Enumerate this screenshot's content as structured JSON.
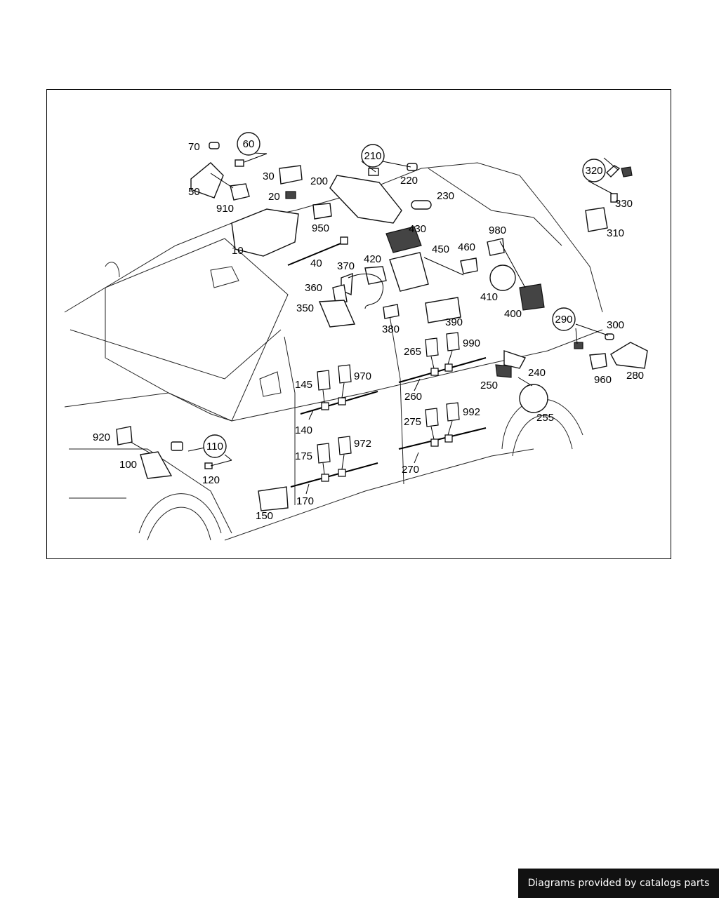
{
  "footer": {
    "credit": "Diagrams provided by catalogs parts"
  },
  "callouts": [
    {
      "id": "c70",
      "text": "70"
    },
    {
      "id": "c60",
      "text": "60",
      "circled": true
    },
    {
      "id": "c30",
      "text": "30"
    },
    {
      "id": "c20",
      "text": "20"
    },
    {
      "id": "c50",
      "text": "50"
    },
    {
      "id": "c910",
      "text": "910"
    },
    {
      "id": "c10",
      "text": "10"
    },
    {
      "id": "c200",
      "text": "200"
    },
    {
      "id": "c950",
      "text": "950"
    },
    {
      "id": "c40",
      "text": "40"
    },
    {
      "id": "c210",
      "text": "210",
      "circled": true
    },
    {
      "id": "c220",
      "text": "220"
    },
    {
      "id": "c230",
      "text": "230"
    },
    {
      "id": "c430",
      "text": "430"
    },
    {
      "id": "c450",
      "text": "450"
    },
    {
      "id": "c460",
      "text": "460"
    },
    {
      "id": "c980",
      "text": "980"
    },
    {
      "id": "c320",
      "text": "320",
      "circled": true
    },
    {
      "id": "c330",
      "text": "330"
    },
    {
      "id": "c310",
      "text": "310"
    },
    {
      "id": "c370",
      "text": "370"
    },
    {
      "id": "c420",
      "text": "420"
    },
    {
      "id": "c360",
      "text": "360"
    },
    {
      "id": "c350",
      "text": "350"
    },
    {
      "id": "c380",
      "text": "380"
    },
    {
      "id": "c390",
      "text": "390"
    },
    {
      "id": "c410",
      "text": "410"
    },
    {
      "id": "c400",
      "text": "400"
    },
    {
      "id": "c290",
      "text": "290",
      "circled": true
    },
    {
      "id": "c300",
      "text": "300"
    },
    {
      "id": "c280",
      "text": "280"
    },
    {
      "id": "c960",
      "text": "960"
    },
    {
      "id": "c240",
      "text": "240"
    },
    {
      "id": "c250",
      "text": "250"
    },
    {
      "id": "c255",
      "text": "255"
    },
    {
      "id": "c265",
      "text": "265"
    },
    {
      "id": "c990",
      "text": "990"
    },
    {
      "id": "c260",
      "text": "260"
    },
    {
      "id": "c145",
      "text": "145"
    },
    {
      "id": "c970",
      "text": "970"
    },
    {
      "id": "c140",
      "text": "140"
    },
    {
      "id": "c275",
      "text": "275"
    },
    {
      "id": "c992",
      "text": "992"
    },
    {
      "id": "c270",
      "text": "270"
    },
    {
      "id": "c920",
      "text": "920"
    },
    {
      "id": "c110",
      "text": "110",
      "circled": true
    },
    {
      "id": "c100",
      "text": "100"
    },
    {
      "id": "c120",
      "text": "120"
    },
    {
      "id": "c175",
      "text": "175"
    },
    {
      "id": "c972",
      "text": "972"
    },
    {
      "id": "c170",
      "text": "170"
    },
    {
      "id": "c150",
      "text": "150"
    }
  ]
}
